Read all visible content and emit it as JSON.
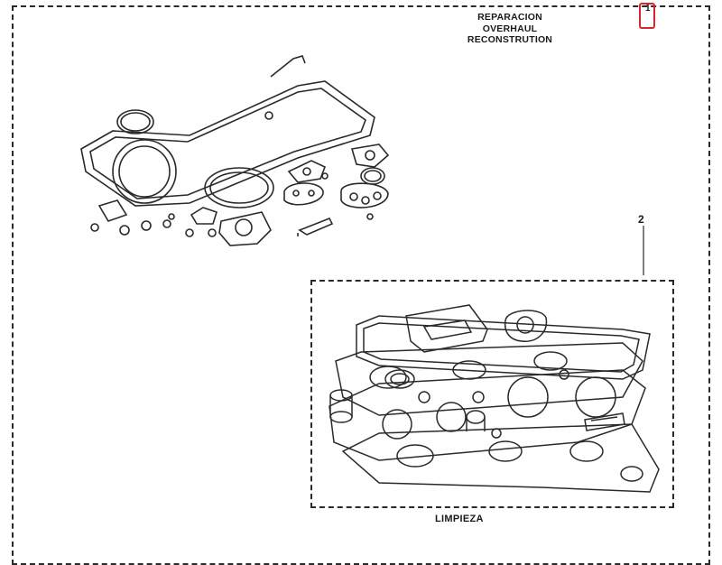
{
  "header": {
    "title_lines": [
      "REPARACION",
      "OVERHAUL",
      "RECONSTRUTION"
    ]
  },
  "callouts": {
    "item_1": "1",
    "item_2": "2"
  },
  "kits": {
    "cleaning_caption": "LIMPIEZA"
  },
  "colors": {
    "line": "#2a2a2a",
    "highlight": "#d8262e"
  }
}
